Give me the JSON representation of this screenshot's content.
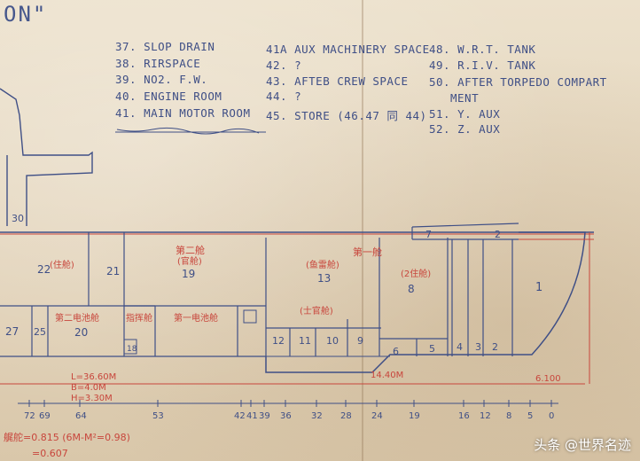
{
  "title_fragment": "ON\"",
  "legend": [
    {
      "id": "l37",
      "text": "37. SLOP DRAIN"
    },
    {
      "id": "l38",
      "text": "38. RIRSPACE"
    },
    {
      "id": "l39",
      "text": "39. NO2. F.W."
    },
    {
      "id": "l40",
      "text": "40. ENGINE ROOM"
    },
    {
      "id": "l41",
      "text": "41. MAIN MOTOR ROOM"
    },
    {
      "id": "l41a",
      "text": "41A AUX MACHINERY SPACE"
    },
    {
      "id": "l42",
      "text": "42. ?"
    },
    {
      "id": "l43",
      "text": "43. AFTEB CREW SPACE"
    },
    {
      "id": "l44",
      "text": "44. ?"
    },
    {
      "id": "l45",
      "text": "45. STORE (46.47 同 44)"
    },
    {
      "id": "l48",
      "text": "48. W.R.T. TANK"
    },
    {
      "id": "l49",
      "text": "49. R.I.V. TANK"
    },
    {
      "id": "l50",
      "text": "50. AFTER TORPEDO COMPART"
    },
    {
      "id": "l50b",
      "text": "MENT"
    },
    {
      "id": "l51",
      "text": "51. Y. AUX"
    },
    {
      "id": "l52",
      "text": "52. Z. AUX"
    }
  ],
  "compartments": {
    "c1": "1",
    "c2a": "2",
    "c2b": "2",
    "c3": "3",
    "c4": "4",
    "c5": "5",
    "c6": "6",
    "c7": "7",
    "c8": "8",
    "c9": "9",
    "c10": "10",
    "c11": "11",
    "c12": "12",
    "c13": "13",
    "c18": "18",
    "c19": "19",
    "c20": "20",
    "c21": "21",
    "c22": "22",
    "c25": "25",
    "c27": "27",
    "c30": "30"
  },
  "frame_numbers": [
    "72",
    "69",
    "64",
    "53",
    "42",
    "41",
    "39",
    "36",
    "32",
    "28",
    "24",
    "19",
    "16",
    "12",
    "8",
    "5",
    "0"
  ],
  "red_notes": {
    "n1": "第一舱",
    "n2": "第二舱",
    "n3": "第二电池舱",
    "n4": "第一电池舱",
    "n5": "指挥舱",
    "n6": "(鱼雷舱)",
    "n7": "(士官舱)",
    "n8": "(住舱)",
    "n9": "(官舱)",
    "n10": "(2住舱)",
    "n11": "14.40M",
    "n12": "6.100",
    "n13": "L=36.60M",
    "n14": "B=4.0M",
    "n15": "H=3.30M",
    "n16": "艉舵=0.815 (6M-M²=0.98)",
    "n17": "=0.607"
  },
  "watermark": "头条 @世界名迹"
}
